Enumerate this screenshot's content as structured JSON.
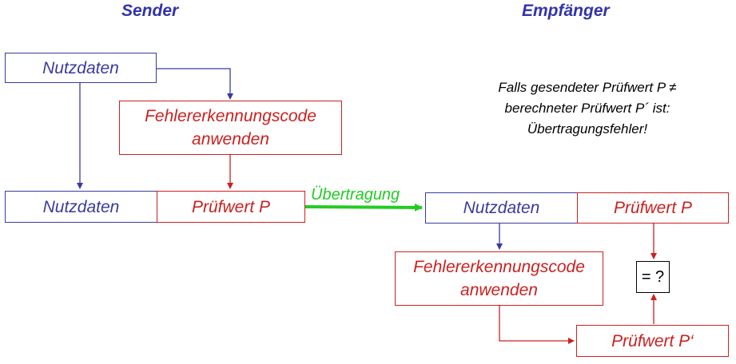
{
  "sender": {
    "heading": "Sender",
    "data_box": "Nutzdaten",
    "code_box": [
      "Fehlererkennungscode",
      "anwenden"
    ],
    "frame_data": "Nutzdaten",
    "frame_check": "Prüfwert P"
  },
  "transmission": {
    "label": "Übertragung"
  },
  "receiver": {
    "heading": "Empfänger",
    "note": [
      "Falls gesendeter Prüfwert P ≠",
      "berechneter Prüfwert P´ ist:",
      "Übertragungsfehler!"
    ],
    "frame_data": "Nutzdaten",
    "frame_check": "Prüfwert P",
    "code_box": [
      "Fehlererkennungscode",
      "anwenden"
    ],
    "computed_check": "Prüfwert P‘",
    "compare": "= ?"
  },
  "colors": {
    "blue": "#3a3aa0",
    "red": "#cc2020",
    "green": "#22cc22",
    "heading": "#3333aa"
  }
}
